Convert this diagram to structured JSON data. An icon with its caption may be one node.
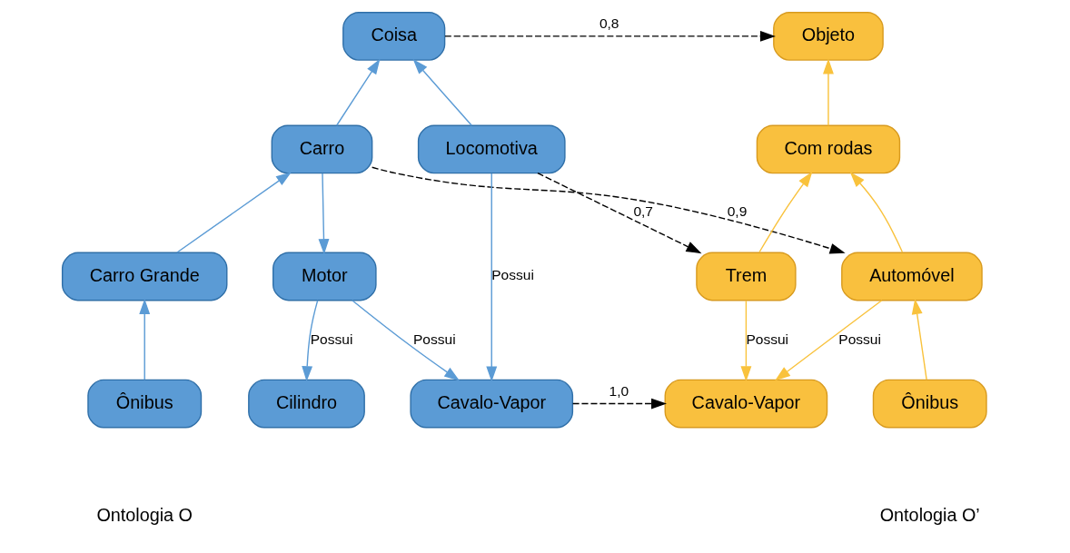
{
  "diagram": {
    "nodes": [
      {
        "text": [
          "Coisa"
        ]
      },
      {
        "text": [
          "Carro"
        ]
      },
      {
        "text": [
          "Locomotiva"
        ]
      },
      {
        "text": [
          "Carro Grande"
        ]
      },
      {
        "text": [
          "Motor"
        ]
      },
      {
        "text": [
          "Ônibus"
        ]
      },
      {
        "text": [
          "Cilindro"
        ]
      },
      {
        "text": [
          "Cavalo-Vapor"
        ]
      },
      {
        "text": [
          "Objeto"
        ]
      },
      {
        "text": [
          "Com rodas"
        ]
      },
      {
        "text": [
          "Trem"
        ]
      },
      {
        "text": [
          "Automóvel"
        ]
      },
      {
        "text": [
          "Cavalo-Vapor"
        ]
      },
      {
        "text": [
          "Ônibus"
        ]
      }
    ],
    "edges": [
      {
        "from": 1,
        "to": 0,
        "arrow": "to",
        "color": "#5b9bd5"
      },
      {
        "from": 2,
        "to": 0,
        "arrow": "to",
        "color": "#5b9bd5"
      },
      {
        "from": 3,
        "to": 1,
        "arrow": "to",
        "color": "#5b9bd5"
      },
      {
        "from": 5,
        "to": 3,
        "arrow": "to",
        "color": "#5b9bd5"
      },
      {
        "from": 1,
        "to": 4,
        "arrow": "to",
        "color": "#5b9bd5"
      },
      {
        "from": 4,
        "to": 6,
        "arrow": "to",
        "label": "Possui",
        "color": "#5b9bd5"
      },
      {
        "from": 4,
        "to": 7,
        "arrow": "to",
        "label": "Possui",
        "color": "#5b9bd5"
      },
      {
        "from": 2,
        "to": 7,
        "arrow": "to",
        "label": "Possui",
        "color": "#5b9bd5"
      },
      {
        "from": 0,
        "to": 8,
        "arrow": "to",
        "label": "0,8",
        "style": "dashed",
        "color": "#000000"
      },
      {
        "from": 1,
        "to": 11,
        "arrow": "to",
        "label": "0,9",
        "style": "dashed",
        "color": "#000000"
      },
      {
        "from": 2,
        "to": 10,
        "arrow": "to",
        "label": "0,7",
        "style": "dashed",
        "color": "#000000"
      },
      {
        "from": 7,
        "to": 12,
        "arrow": "to",
        "label": "1,0",
        "style": "dashed",
        "color": "#000000"
      },
      {
        "from": 9,
        "to": 8,
        "arrow": "to",
        "color": "#f9c23c"
      },
      {
        "from": 10,
        "to": 9,
        "arrow": "to",
        "color": "#f9c23c"
      },
      {
        "from": 11,
        "to": 9,
        "arrow": "to",
        "color": "#f9c23c"
      },
      {
        "from": 10,
        "to": 12,
        "arrow": "to",
        "label": "Possui",
        "color": "#f9c23c"
      },
      {
        "from": 11,
        "to": 12,
        "arrow": "to",
        "label": "Possui",
        "color": "#f9c23c"
      },
      {
        "from": 13,
        "to": 11,
        "arrow": "to",
        "color": "#f9c23c"
      }
    ],
    "labels": [
      "Ontologia O",
      "Ontologia O’"
    ]
  }
}
